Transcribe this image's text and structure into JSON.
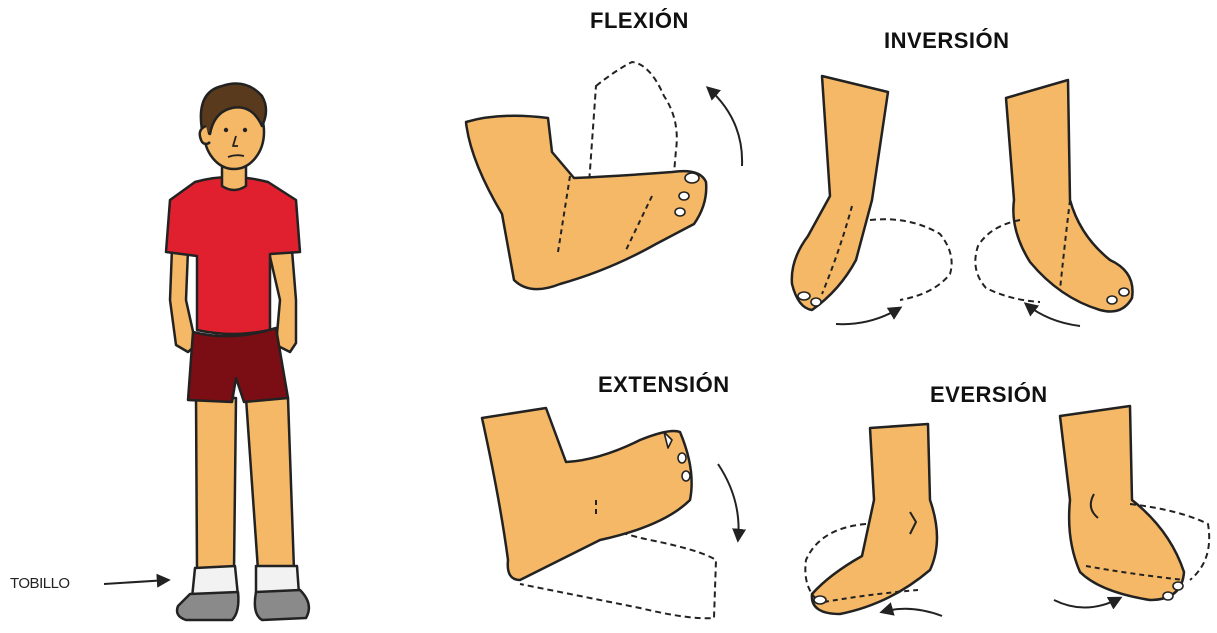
{
  "labels": {
    "flexion": "FLEXIÓN",
    "inversion": "INVERSIÓN",
    "extension": "EXTENSIÓN",
    "eversion": "EVERSIÓN",
    "ankle": "TOBILLO"
  },
  "colors": {
    "skin": "#F4B866",
    "outline": "#222222",
    "shirt": "#E0202E",
    "shorts": "#7A0E14",
    "hair": "#5A3A1C",
    "shoes": "#8A8A8A",
    "socks": "#F2F2F2"
  }
}
